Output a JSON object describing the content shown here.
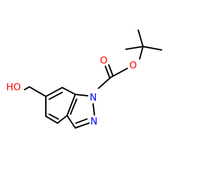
{
  "molecule": {
    "colors": {
      "carbon_bond": "#000000",
      "oxygen": "#ff0000",
      "nitrogen": "#0000ff"
    },
    "labels": {
      "ester_carbonyl_o": "O",
      "ester_ether_o": "O",
      "hydroxyl": "HO",
      "n1": "N",
      "n2": "N"
    }
  }
}
